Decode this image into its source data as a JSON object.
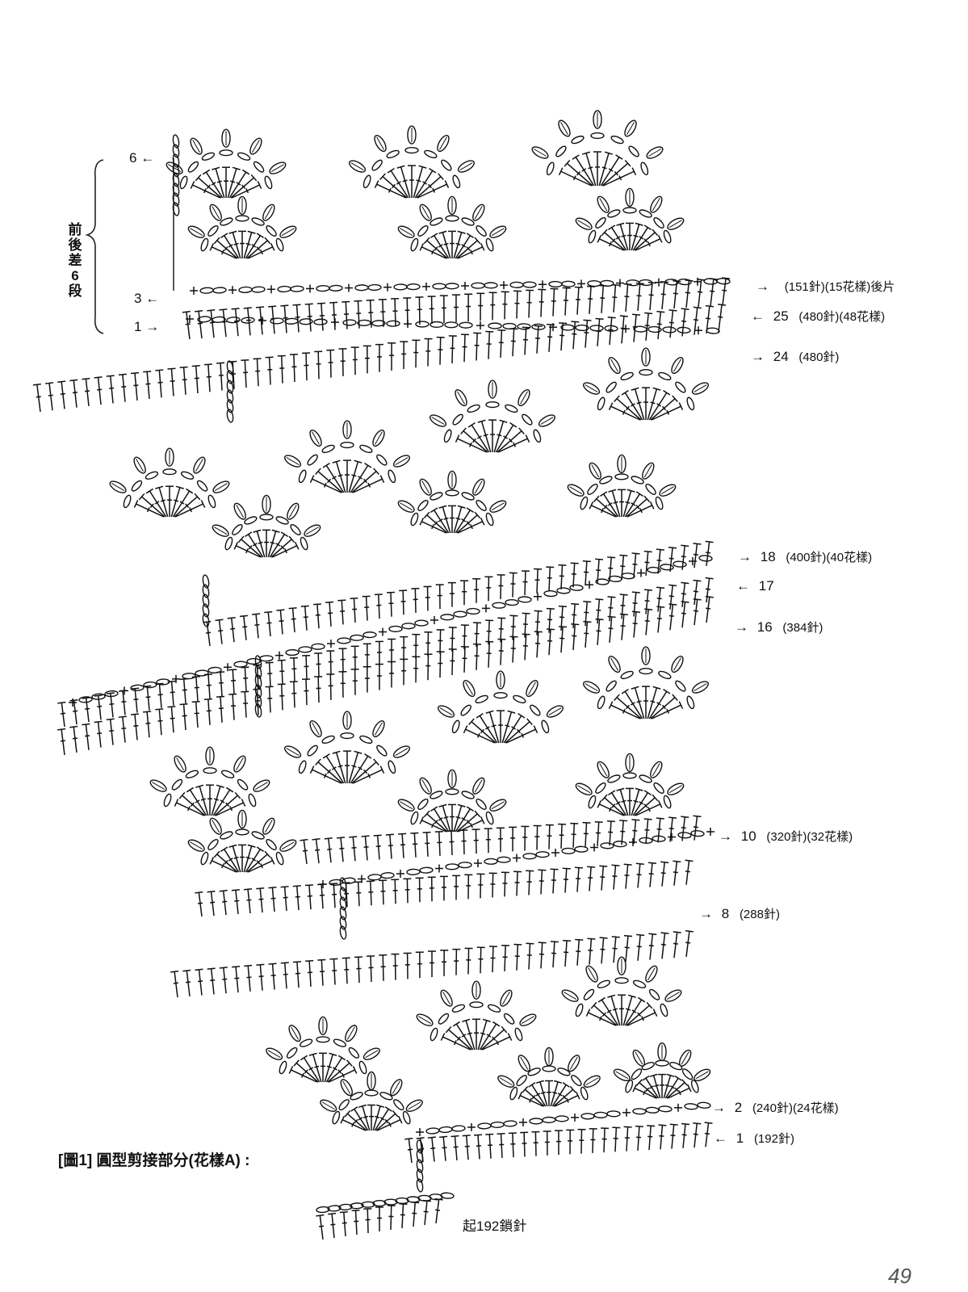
{
  "title": "[圖1] 圓型剪接部分(花樣A) :",
  "start_note": "起192鎖針",
  "page_number": "49",
  "side_note": {
    "chars": [
      "前",
      "後",
      "差",
      "6",
      "段"
    ]
  },
  "left_labels": [
    {
      "row": "6",
      "arrow": "←"
    },
    {
      "row": "3",
      "arrow": "←"
    },
    {
      "row": "1",
      "arrow": "→"
    }
  ],
  "right_labels": [
    {
      "arrow": "→",
      "row": "",
      "count": "(151針)(15花樣)後片"
    },
    {
      "arrow": "←",
      "row": "25",
      "count": "(480針)(48花樣)"
    },
    {
      "arrow": "→",
      "row": "24",
      "count": "(480針)"
    },
    {
      "arrow": "→",
      "row": "18",
      "count": "(400針)(40花樣)"
    },
    {
      "arrow": "←",
      "row": "17",
      "count": ""
    },
    {
      "arrow": "→",
      "row": "16",
      "count": "(384針)"
    },
    {
      "arrow": "→",
      "row": "10",
      "count": "(320針)(32花樣)"
    },
    {
      "arrow": "→",
      "row": "8",
      "count": "(288針)"
    },
    {
      "arrow": "→",
      "row": "2",
      "count": "(240針)(24花樣)"
    },
    {
      "arrow": "←",
      "row": "1",
      "count": "(192針)"
    }
  ]
}
